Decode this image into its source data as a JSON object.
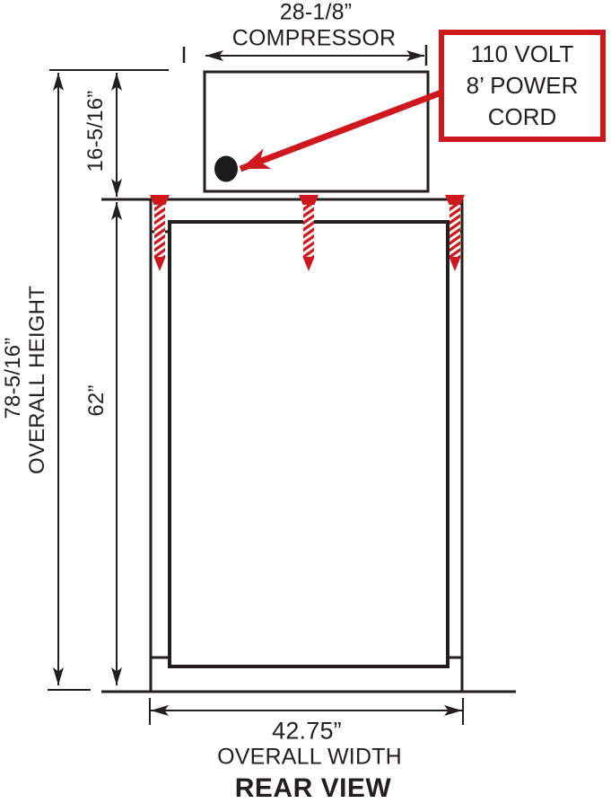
{
  "view": {
    "title": "REAR VIEW"
  },
  "dimensions": {
    "compressor_width": "28-1/8”",
    "compressor_label": "COMPRESSOR",
    "compressor_height": "16-5/16”",
    "overall_height_value": "78-5/16”",
    "overall_height_label": "OVERALL HEIGHT",
    "body_height": "62”",
    "overall_width_value": "42.75”",
    "overall_width_label": "OVERALL WIDTH"
  },
  "callout": {
    "lines": [
      "110 VOLT",
      "8’ POWER",
      "CORD"
    ]
  },
  "icons": {
    "screws": "mounting-screw-icon",
    "power_cord_dot": "power-cord-exit-icon",
    "callout_arrow": "callout-arrow-icon"
  },
  "colors": {
    "line_black": "#231F20",
    "accent_red": "#CE181E"
  }
}
